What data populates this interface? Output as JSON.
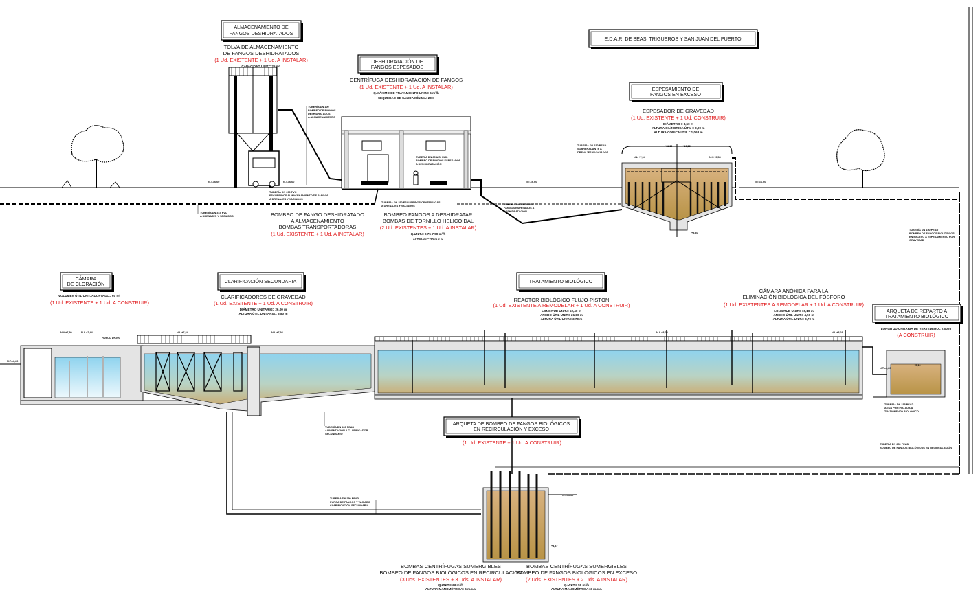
{
  "title": "E.D.A.R. DE BEAS, TRIGUEROS Y SAN JUAN DEL PUERTO",
  "colors": {
    "accent_red": "#e0191b",
    "water": "#9fd8ef",
    "sludge": "#c9a46b",
    "concrete": "#e4e4e4"
  },
  "almacenamiento": {
    "box": [
      "ALMACENAMIENTO DE",
      "FANGOS DESHIDRATADOS"
    ],
    "lines": [
      "TOLVA DE ALMACENAMIENTO",
      "DE FANGOS DESHIDRATADOS"
    ],
    "status": "(1 Ud. EXISTENTE + 1 Ud. A INSTALAR)",
    "specs": [
      "CAPACIDAD UNIT.= 25 m³."
    ]
  },
  "deshidratacion": {
    "box": [
      "DESHIDRATACIÓN DE",
      "FANGOS ESPESADOS"
    ],
    "lines": [
      "CENTRÍFUGA DESHIDRATACIÓN DE FANGOS"
    ],
    "status": "(1 Ud. EXISTENTE + 1 Ud. A INSTALAR)",
    "specs": [
      "Q.MÁXIMO DE TRATAMIENTO UNIT.= 6 m³/h",
      "SEQUEDAD DE SALIDA MÍNIMA: 20%"
    ]
  },
  "espesamiento": {
    "box": [
      "ESPESAMIENTO DE",
      "FANGOS EN EXCESO"
    ],
    "lines": [
      "ESPESADOR DE GRAVEDAD"
    ],
    "status": "(1 Ud. EXISTENTE + 1 Ud. CONSTRUIR)",
    "specs": [
      "DIÁMETRO = 8,50 m",
      "ALTURA CILÍNDRICA ÚTIL = 3,00 m",
      "ALTURA CÓNICA ÚTIL = 1,063 m"
    ]
  },
  "bombeo_deshidratado": {
    "lines": [
      "BOMBEO DE FANGO DESHIDRATADO",
      "A ALMACENAMIENTO",
      "BOMBAS TRANSPORTADORAS"
    ],
    "status": "(1 Ud. EXISTENTE + 1 Ud. A INSTALAR)"
  },
  "bombeo_a_deshidratar": {
    "lines": [
      "BOMBEO FANGOS A DESHIDRATAR",
      "BOMBAS DE TORNILLO HELICOIDAL"
    ],
    "status": "(2 Ud. EXISTENTES + 1 Ud. A INSTALAR)",
    "specs": [
      "Q.UNIT.= 0,75-7,50 m³/h",
      "ALT.MAN.= 20 m.c.a."
    ]
  },
  "cloracion": {
    "box": [
      "CÁMARA",
      "DE CLORACIÓN"
    ],
    "specs": [
      "VOLUMEN ÚTIL UNIT. ADOPTADO= 60 m³"
    ],
    "status": "(1 Ud. EXISTENTE + 1 Ud. A CONSTRUIR)"
  },
  "clarificacion": {
    "box": [
      "CLARIFICACIÓN SECUNDARIA"
    ],
    "lines": [
      "CLARIFICADORES DE GRAVEDAD"
    ],
    "status": "(1 Ud. EXISTENTE + 1 Ud. A CONSTRUIR)",
    "specs": [
      "DIÁMETRO UNITARIO= 26,00 m",
      "ALTURA ÚTIL UNITARIA= 3,80 m"
    ]
  },
  "biologico": {
    "box": [
      "TRATAMIENTO BIOLÓGICO"
    ],
    "lines": [
      "REACTOR BIOLÓGICO FLUJO-PISTÓN"
    ],
    "status": "(1 Ud. EXISTENTE A REMODELAR + 1 Ud. A CONSTRUIR)",
    "specs": [
      "LONGITUD UNIT.= 52,40 m",
      "ANCHO ÚTIL UNIT.= 21,80 m",
      "ALTURA ÚTIL UNIT.= 3,70 m"
    ]
  },
  "anoxica": {
    "lines": [
      "CÁMARA ANÓXICA PARA LA",
      "ELIMINACIÓN BIOLÓGICA DEL FÓSFORO"
    ],
    "status": "(1 Ud. EXISTENTES A REMODELAR + 1 Ud. A CONSTRUIR)",
    "specs": [
      "LONGITUD UNIT.= 15,10 m",
      "ANCHO ÚTIL UNIT.= 4,50 m",
      "ALTURA ÚTIL UNIT.= 3,70 m"
    ]
  },
  "reparto": {
    "box": [
      "ARQUETA DE REPARTO A",
      "TRATAMIENTO BIOLÓGICO"
    ],
    "specs": [
      "LONGITUD UNITARIA DE VERTEDERO= 2,00 m"
    ],
    "status": "(A CONSTRUIR)"
  },
  "arqueta_bombeo": {
    "box": [
      "ARQUETA DE BOMBEO DE FANGOS BIOLÓGICOS",
      "EN RECIRCULACIÓN Y EXCESO"
    ],
    "status": "(1 Ud. EXISTENTE + 1 Ud. A CONSTRUIR)"
  },
  "bombas_recirculacion": {
    "lines": [
      "BOMBAS CENTRÍFUGAS SUMERGIBLES",
      "BOMBEO DE FANGOS BIOLÓGICOS EN RECIRCULACIÓN"
    ],
    "status": "(3 Uds. EXISTENTES + 3 Uds. A INSTALAR)",
    "specs": [
      "Q.UNIT.= 33 m³/h",
      "ALTURA MANOMÉTRICA: 6 m.c.a."
    ]
  },
  "bombas_exceso": {
    "lines": [
      "BOMBAS CENTRÍFUGAS SUMERGIBLES",
      "BOMBEO DE FANGOS BIOLÓGICOS EN EXCESO"
    ],
    "status": "(2 Uds. EXISTENTES + 2 Uds. A INSTALAR)",
    "specs": [
      "Q.UNIT.= 50 m³/h",
      "ALTURA MANOMÉTRICA: 3 m.c.a."
    ]
  },
  "pipes": {
    "p1": [
      "TUBERÍA DN 100",
      "BOMBEO DE FANGOS",
      "DESHIDRATADOS",
      "A ALMACENAMIENTO"
    ],
    "p2": [
      "TUBERÍA DN 65 AISI 316L",
      "BOMBEO DE FANGOS ESPESADOS",
      "A DESHIDRATACIÓN"
    ],
    "p3": [
      "TUBERÍA DN 200 PVC",
      "ESCURRIDOS ALMACENAMIENTO DE FANGOS",
      "A DRENAJES Y VACIADOS"
    ],
    "p4": [
      "TUBERÍA DN 315 PVC",
      "A DRENAJES Y VACIADOS"
    ],
    "p5": [
      "TUBERÍA DN 250 ESCURRIDOS CENTRÍFUGAS",
      "A DRENAJES Y VACIADOS"
    ],
    "p6": [
      "TUBERÍA DN 150 PEAD",
      "FANGOS ESPESADOS A",
      "DESHIDRATACIÓN"
    ],
    "p7": [
      "TUBERÍA DN 150 PEAD",
      "SOBRENADANTE A",
      "DRENAJES Y VACIADOS"
    ],
    "p8": [
      "TUBERÍA DN 150 PEAD",
      "BOMBEO DE FANGOS BIOLÓGICOS",
      "EN EXCESO A ESPESAMIENTO POR",
      "GRAVEDAD"
    ],
    "p9": [
      "TUBERÍA DN 315 PEAD",
      "AGUA PRETRATADA A",
      "TRATAMIENTO BIOLÓGICO"
    ],
    "p10": [
      "TUBERÍA DN 250 PEAD",
      "BOMBEO DE FANGOS BIOLÓGICOS EN RECIRCULACIÓN"
    ],
    "p11": [
      "TUBERÍA DN 400 PEAD",
      "ALIMENTACIÓN A CLARIFICADOR",
      "SECUNDARIO"
    ],
    "p12": [
      "TUBERÍA DN 250 PEAD",
      "PURGA DE FANGOS Y VACIADO",
      "CLARIFICACIÓN SECUNDARIA"
    ]
  },
  "levels": {
    "nt": "N.T.=6,60",
    "hueco": "HUECO DN200",
    "nv1": "N.V.+7,50",
    "nl1": "N.L.+7,44",
    "nl2": "N.L.+7,84",
    "nl3": "N.L.+8,28",
    "nl4": "N.L.+7,94",
    "nv2": "N.V.+9,58",
    "e1": "+11,30",
    "e2": "+10,58",
    "e3": "+3,40",
    "e4": "+4,47",
    "e5": "+5,10"
  }
}
